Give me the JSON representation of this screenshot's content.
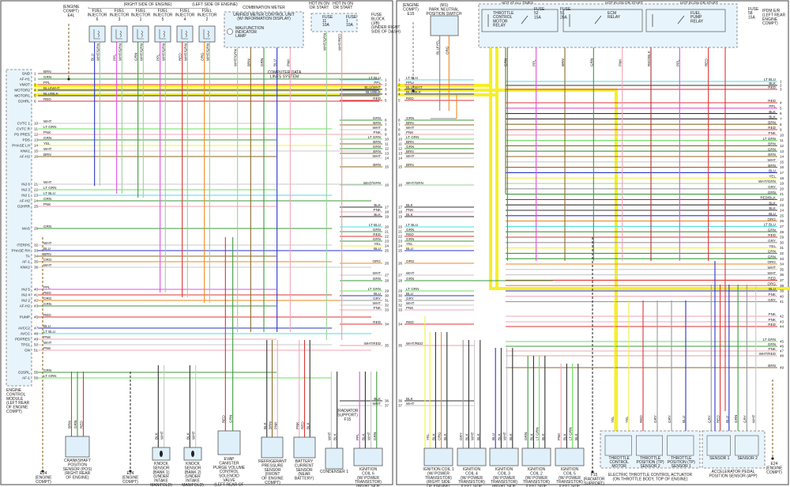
{
  "wire_colors": {
    "GRN": "#3d9a3d",
    "LT GRN": "#6be05a",
    "BRN": "#8b6a2b",
    "PPL": "#e04fe0",
    "RED": "#dd3535",
    "BLU": "#2a36c8",
    "LT BLU": "#4fdde0",
    "YEL": "#f2ef3a",
    "WHT": "#c8c8c8",
    "PNK": "#f2a6b6",
    "ORG": "#ee8a22",
    "BLK": "#333333",
    "GRY": "#9a9a9a",
    "BLU/WHT": "#2a36c8",
    "BLU/BLK": "#2a36c8",
    "WHT/GRN": "#9ad29a",
    "WHT/RED": "#e8a0a0",
    "RED/BLK": "#b03030"
  },
  "highlight_color": "#f5ef2a",
  "left_page": {
    "ecm": {
      "label": [
        "ENGINE",
        "CONTROL",
        "MODULE",
        "(LEFT REAR",
        "OF ENGINE",
        "COMPT)"
      ],
      "pins": [
        {
          "n": "1",
          "name": "GND",
          "color": "BRN"
        },
        {
          "n": "2",
          "name": "AF-H1",
          "color": "GRN"
        },
        {
          "n": "3",
          "name": "VMOT",
          "color": "PPL",
          "hl": true
        },
        {
          "n": "4",
          "name": "MOTOR2",
          "color": "BLU/WHT",
          "hl": true
        },
        {
          "n": "5",
          "name": "MOTOR1",
          "color": "BLU/BLK",
          "hl": true
        },
        {
          "n": "6",
          "name": "O2HRL",
          "color": "RED"
        },
        {
          "n": "10",
          "name": "CVTC 1",
          "color": "WHT"
        },
        {
          "n": "11",
          "name": "CVTC R",
          "color": "LT GRN"
        },
        {
          "n": "12",
          "name": "PS PRES",
          "color": "PNK"
        },
        {
          "n": "13",
          "name": "PDS",
          "color": "GRN"
        },
        {
          "n": "14",
          "name": "PHASE LH",
          "color": "YEL"
        },
        {
          "n": "15",
          "name": "KNK1",
          "color": "WHT"
        },
        {
          "n": "16",
          "name": "AF-H2",
          "color": "BRN"
        },
        {
          "n": "21",
          "name": "INJ 6",
          "color": "WHT"
        },
        {
          "n": "22",
          "name": "INJ 3",
          "color": "LT GRN"
        },
        {
          "n": "23",
          "name": "INJ 1",
          "color": "LT BLU"
        },
        {
          "n": "24",
          "name": "AF-H2",
          "color": "GRN"
        },
        {
          "n": "25",
          "name": "O2HRR",
          "color": "PNK"
        },
        {
          "n": "29",
          "name": "MAS",
          "color": "GRN"
        },
        {
          "n": "32",
          "name": "ITERPS",
          "color": "WHT"
        },
        {
          "n": "33",
          "name": "PHASE RH",
          "color": "BLU"
        },
        {
          "n": "34",
          "name": "TA",
          "color": "BRN"
        },
        {
          "n": "35",
          "name": "AF-1",
          "color": "ORG"
        },
        {
          "n": "36",
          "name": "KNK2",
          "color": "WHT"
        },
        {
          "n": "40",
          "name": "INJ 5",
          "color": "PPL"
        },
        {
          "n": "41",
          "name": "INJ 4",
          "color": "RED"
        },
        {
          "n": "42",
          "name": "INJ 2",
          "color": "ORG"
        },
        {
          "n": "43",
          "name": "AF-H2",
          "color": "GRN"
        },
        {
          "n": "45",
          "name": "PUMP",
          "color": "RED"
        },
        {
          "n": "47",
          "name": "AVCC2",
          "color": "BLU"
        },
        {
          "n": "48",
          "name": "AVCC",
          "color": "LT BLU"
        },
        {
          "n": "49",
          "name": "PDPRES",
          "color": "PNK"
        },
        {
          "n": "50",
          "name": "TPS1",
          "color": "WHT"
        },
        {
          "n": "51",
          "name": "GN",
          "color": "PNK"
        },
        {
          "n": "55",
          "name": "O2SRL",
          "color": "GRN"
        },
        {
          "n": "56",
          "name": "AF-1",
          "color": "LT GRN"
        }
      ]
    },
    "edge_pins": [
      "LT BLU",
      "PPL",
      "BLU/WHT",
      "BLU/BLK",
      "RED",
      "GRN",
      "BRN",
      "WHT",
      "PNK",
      "LT GRN",
      "BRN",
      "GRN",
      "BRN",
      "WHT",
      "BRN",
      "WHT/GRN",
      "BLK",
      "PNK",
      "BLK",
      "LT BLU",
      "GRN",
      "RED",
      "GRN",
      "YEL",
      "BLU",
      "ORG",
      "WHT",
      "GRN",
      "LT GRN",
      "BLU",
      "GRY",
      "WHT",
      "PNK",
      "RED",
      "WHT/RED",
      "BLK",
      "WHT"
    ],
    "headers": [
      "(RIGHT SIDE OF ENGINE)",
      "(LEFT SIDE OF ENGINE)"
    ],
    "components": [
      {
        "id": "gnd_top",
        "label": [
          "(ENGINE",
          "COMPT)",
          "E4L"
        ],
        "wires": [
          "BRN"
        ]
      },
      {
        "id": "inj6",
        "label": [
          "FUEL",
          "INJECTOR",
          "6"
        ],
        "wires": [
          "BLU",
          "WHT/GRN"
        ]
      },
      {
        "id": "inj3",
        "label": [
          "FUEL",
          "INJECTOR",
          "3"
        ],
        "wires": [
          "PPL",
          "WHT/GRN"
        ]
      },
      {
        "id": "inj1",
        "label": [
          "FUEL",
          "INJECTOR",
          "1"
        ],
        "wires": [
          "GRN",
          "WHT/GRN"
        ]
      },
      {
        "id": "inj5",
        "label": [
          "FUEL",
          "INJECTOR",
          "5"
        ],
        "wires": [
          "PPL",
          "WHT/GRN"
        ]
      },
      {
        "id": "inj4",
        "label": [
          "FUEL",
          "INJECTOR",
          "4"
        ],
        "wires": [
          "RED",
          "WHT/GRN"
        ]
      },
      {
        "id": "inj2",
        "label": [
          "FUEL",
          "INJECTOR",
          "2"
        ],
        "wires": [
          "ORG",
          "WHT/GRN"
        ]
      },
      {
        "id": "meter",
        "label": [
          "COMBINATION METER",
          "UNIFIED METER CONTROL UNIT",
          "(W/ INFORMATION DISPLAY)"
        ],
        "sub": [
          "MALFUNCTION",
          "INDICATOR",
          "LAMP"
        ],
        "wires": [
          "WHT/GRN",
          "BRN",
          "GRN",
          "BLU",
          "PNK"
        ]
      },
      {
        "id": "datalines",
        "label": [
          "COMPUTER DATA",
          "LINES SYSTEM"
        ]
      },
      {
        "id": "fuseblock",
        "label": [
          "FUSE",
          "BLOCK",
          "(J/B)",
          "(UNDER RIGHT",
          "SIDE OF DASH)"
        ],
        "fuses": [
          [
            "HOT IN ON",
            "OR START",
            "FUSE",
            "11",
            "10A"
          ],
          [
            "HOT IN ON",
            "OR START",
            "FUSE",
            "1",
            "10A"
          ]
        ],
        "wires": [
          "WHT/GRN",
          "WHT/RED"
        ]
      },
      {
        "id": "gnd_e24a",
        "label": [
          "E24",
          "(ENGINE",
          "COMPT)"
        ],
        "wires": [
          "BRN"
        ]
      },
      {
        "id": "ckp",
        "label": [
          "CRANKSHAFT",
          "POSITION",
          "SENSOR (POS)",
          "(RIGHT REAR",
          "OF ENGINE)"
        ],
        "wires": [
          "BRN",
          "GRN",
          "RED"
        ]
      },
      {
        "id": "gnd_e24b",
        "label": [
          "E24",
          "(ENGINE",
          "COMPT)"
        ],
        "wires": [
          "BLK"
        ]
      },
      {
        "id": "knk1",
        "label": [
          "KNOCK",
          "SENSOR",
          "(BANK 1)",
          "(UNDER",
          "INTAKE",
          "MANIFOLD)"
        ],
        "wires": [
          "BLK",
          "WHT"
        ]
      },
      {
        "id": "knk2",
        "label": [
          "KNOCK",
          "SENSOR",
          "(BANK 2)",
          "(UNDER",
          "INTAKE",
          "MANIFOLD)"
        ],
        "wires": [
          "BLK",
          "WHT"
        ]
      },
      {
        "id": "evap",
        "label": [
          "EVAP",
          "CANISTER",
          "PURGE VOLUME",
          "CONTROL",
          "SOLENOID",
          "VALVE",
          "(LEFT REAR OF",
          "ENGINE COMPT)"
        ],
        "wires": [
          "RED",
          "GRN"
        ]
      },
      {
        "id": "refrig",
        "label": [
          "REFRIGERANT",
          "PRESSURE",
          "SENSOR",
          "(FRONT",
          "OF ENGINE",
          "COMPT)"
        ],
        "wires": [
          "BLK",
          "BRN",
          "PNK"
        ]
      },
      {
        "id": "battcur",
        "label": [
          "BATTERY",
          "CURRENT",
          "SENSOR",
          "(NEAR",
          "BATTERY)"
        ],
        "wires": [
          "PNK",
          "RED",
          "BLK"
        ]
      },
      {
        "id": "cond1",
        "label": [
          "CONDENSER 1"
        ],
        "wires": [
          "WHT",
          "BLK"
        ]
      },
      {
        "id": "radsup_l",
        "label": [
          "(RADIATOR",
          "SUPPORT)",
          "F15"
        ]
      },
      {
        "id": "coil6",
        "label": [
          "IGNITION",
          "COIL 6",
          "(W/ POWER",
          "TRANSISTOR)",
          "(RIGHT SIDE",
          "OF ENGINE)"
        ],
        "wires": [
          "PPL",
          "BLK",
          "WHT",
          "GRN"
        ]
      }
    ]
  },
  "right_page": {
    "left_edge_pins": [
      "LT BLU",
      "PPL",
      "BLU/WHT",
      "BLU/BLK",
      "RED",
      "GRN",
      "BRN",
      "WHT",
      "PNK",
      "LT GRN",
      "BRN",
      "GRN",
      "BRN",
      "WHT",
      "BRN",
      "WHT/GRN",
      "BLK",
      "PNK",
      "BLK",
      "LT BLU",
      "GRN",
      "RED",
      "GRN",
      "YEL",
      "BLU",
      "ORG",
      "WHT",
      "GRN",
      "LT GRN",
      "BLU",
      "GRY",
      "WHT",
      "PNK",
      "RED",
      "WHT/RED",
      "BLK",
      "WHT"
    ],
    "right_edge_pins": [
      "LT BLU",
      "BLK",
      "RED",
      "RED",
      "PPL",
      "BLK",
      "BLK",
      "BRN",
      "RED",
      "PNK",
      "LT GRN",
      "BRN",
      "GRN",
      "BRN",
      "WHT",
      "BRN",
      "BLU",
      "YEL",
      "WHT/GRN",
      "GRY",
      "GRN",
      "RED/BLK",
      "BLK",
      "BLK",
      "BLU",
      "ORG",
      "LT BLU",
      "GRN",
      "RED",
      "GRY",
      "YEL",
      "GRN",
      "GRN",
      "ORG",
      "WHT",
      "WHT",
      "RED",
      "ORG",
      "BLU",
      "PNK",
      "GRY",
      "PNK",
      "PNK",
      "RED",
      "LT GRN",
      "GRN",
      "PNK",
      "WHT/RED",
      "BRN"
    ],
    "components": [
      {
        "id": "gnd_e15",
        "label": [
          "(ENGINE",
          "COMPT)",
          "E15"
        ],
        "wires": [
          "BLU/YEL"
        ]
      },
      {
        "id": "pnp",
        "label": [
          "(M1)",
          "PARK NEUTRAL",
          "POSITION SWITCH"
        ],
        "wires": [
          "BLU/YEL",
          "ORG"
        ]
      },
      {
        "id": "ipdm",
        "label": [
          "IPDM E/R",
          "(LEFT REAR",
          "ENGINE",
          "COMPT)"
        ],
        "hot": [
          "HOT AT ALL TIMES",
          "HOT IN ON OR START",
          "HOT IN ON OR START"
        ],
        "relays": [
          [
            "THROTTLE",
            "CONTROL",
            "MOTOR",
            "RELAY"
          ],
          [
            "ECM",
            "RELAY"
          ],
          [
            "FUEL",
            "PUMP",
            "RELAY"
          ]
        ],
        "fuses": [
          [
            "FUSE",
            "52",
            "15A"
          ],
          [
            "FUSE",
            "51",
            "20A"
          ],
          [
            "FUSE",
            "58",
            "15A"
          ]
        ],
        "wires": [
          "GRN",
          "PPL",
          "BRN",
          "GRN",
          "PNK",
          "RED/BLK",
          "PPL",
          "RED"
        ]
      },
      {
        "id": "coil1",
        "label": [
          "IGNITION COIL 1",
          "(W/ POWER",
          "TRANSISTOR)",
          "(RIGHT SIDE",
          "OF ENGINE)"
        ],
        "wires": [
          "YEL",
          "BLK",
          "ORG",
          "BLK"
        ]
      },
      {
        "id": "coil4",
        "label": [
          "IGNITION",
          "COIL 4",
          "(W/ POWER",
          "TRANSISTOR)",
          "(LEFT SIDE",
          "OF ENGINE)"
        ],
        "wires": [
          "GRY",
          "BLK",
          "WHT",
          "BLK"
        ]
      },
      {
        "id": "coil3",
        "label": [
          "IGNITION",
          "COIL 3",
          "(W/ POWER",
          "TRANSISTOR)",
          "(RIGHT SIDE",
          "OF ENGINE)"
        ],
        "wires": [
          "BLU",
          "BLK",
          "WHT",
          "BLK"
        ]
      },
      {
        "id": "coil2",
        "label": [
          "IGNITION",
          "COIL 2",
          "(W/ POWER",
          "TRANSISTOR)",
          "(LEFT SIDE",
          "OF ENGINE)"
        ],
        "wires": [
          "GRN",
          "BLK",
          "LT GRN",
          "BLK"
        ]
      },
      {
        "id": "coil5",
        "label": [
          "IGNITION",
          "COIL 5",
          "(W/ POWER",
          "TRANSISTOR)",
          "(LEFT SIDE",
          "OF ENGINE)"
        ],
        "wires": [
          "PNK",
          "BLK",
          "LT GRN",
          "BLK"
        ]
      },
      {
        "id": "f15",
        "label": [
          "F15",
          "(RADIATOR",
          "SUPPORT)"
        ],
        "wires": [
          "BLK"
        ]
      },
      {
        "id": "etc",
        "label": [
          "ELECTRIC THROTTLE CONTROL ACTUATOR",
          "(ON THROTTLE BODY, TOP OF ENGINE)"
        ],
        "parts": [
          [
            "THROTTLE",
            "CONTROL",
            "MOTOR"
          ],
          [
            "THROTTLE",
            "POSITION (TP)",
            "SENSOR 2"
          ],
          [
            "THROTTLE",
            "POSITION (TP)",
            "SENSOR 1"
          ]
        ],
        "wires": [
          "YEL",
          "YEL",
          "RED",
          "GRY",
          "GRY",
          "BLU"
        ]
      },
      {
        "id": "app",
        "label": [
          "ACCELERATOR PEDAL",
          "POSITION SENSOR (APP)"
        ],
        "parts": [
          [
            "SENSOR 1"
          ],
          [
            "SENSOR 2"
          ]
        ],
        "wires": [
          "GRY",
          "RED",
          "BLU",
          "GRN",
          "GRY",
          "WHT"
        ]
      },
      {
        "id": "gnd_e24c",
        "label": [
          "E24",
          "(ENGINE",
          "COMPT)"
        ],
        "wires": [
          "BRN"
        ]
      }
    ]
  }
}
